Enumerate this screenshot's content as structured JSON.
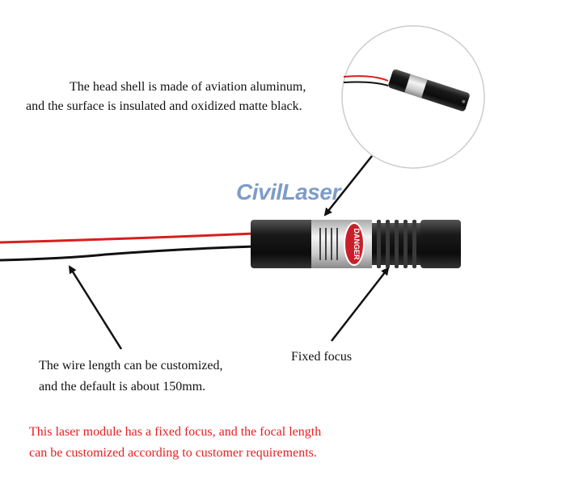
{
  "annotations": {
    "head_shell": [
      "The head shell is made of aviation aluminum,",
      "and the surface is insulated and oxidized matte black."
    ],
    "wire_length": [
      "The wire length can be customized,",
      "and the default is about 150mm."
    ],
    "fixed_focus": "Fixed focus",
    "note": [
      "This laser module has a fixed focus, and the focal length",
      "can be customized according to customer requirements."
    ]
  },
  "logo": "CivilLaser",
  "label": {
    "warning": "DANGER"
  },
  "colors": {
    "note": "#e52020",
    "logo": "#7d9cc8",
    "wire_red": "#d81e1e",
    "wire_black": "#111111"
  }
}
